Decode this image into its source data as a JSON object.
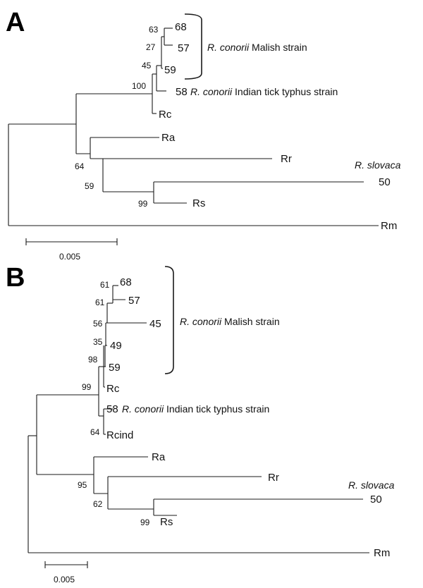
{
  "panel_a": {
    "label": "A",
    "leaves": {
      "t68": "68",
      "t57": "57",
      "t59": "59",
      "t58": "58",
      "rc": "Rc",
      "ra": "Ra",
      "rr": "Rr",
      "t50": "50",
      "rs": "Rs",
      "rm": "Rm"
    },
    "bootstrap": {
      "b63": "63",
      "b27": "27",
      "b45": "45",
      "b100": "100",
      "b64": "64",
      "b59": "59",
      "b99": "99"
    },
    "annotations": {
      "malish_species": "R. conorii",
      "malish_strain": " Malish strain",
      "itt_species": "R. conorii",
      "itt_strain": " Indian tick typhus strain",
      "slovaca": "R. slovaca"
    },
    "scale_label": "0.005"
  },
  "panel_b": {
    "label": "B",
    "leaves": {
      "t68": "68",
      "t57": "57",
      "t45": "45",
      "t49": "49",
      "t59": "59",
      "rc": "Rc",
      "t58": "58",
      "rcind": "Rcind",
      "ra": "Ra",
      "rr": "Rr",
      "t50": "50",
      "rs": "Rs",
      "rm": "Rm"
    },
    "bootstrap": {
      "b61a": "61",
      "b61b": "61",
      "b56": "56",
      "b35": "35",
      "b98": "98",
      "b99a": "99",
      "b64": "64",
      "b95": "95",
      "b62": "62",
      "b99b": "99"
    },
    "annotations": {
      "malish_species": "R. conorii",
      "malish_strain": " Malish strain",
      "itt_species": "R. conorii",
      "itt_strain": " Indian tick typhus strain",
      "slovaca": "R. slovaca"
    },
    "scale_label": "0.005"
  }
}
